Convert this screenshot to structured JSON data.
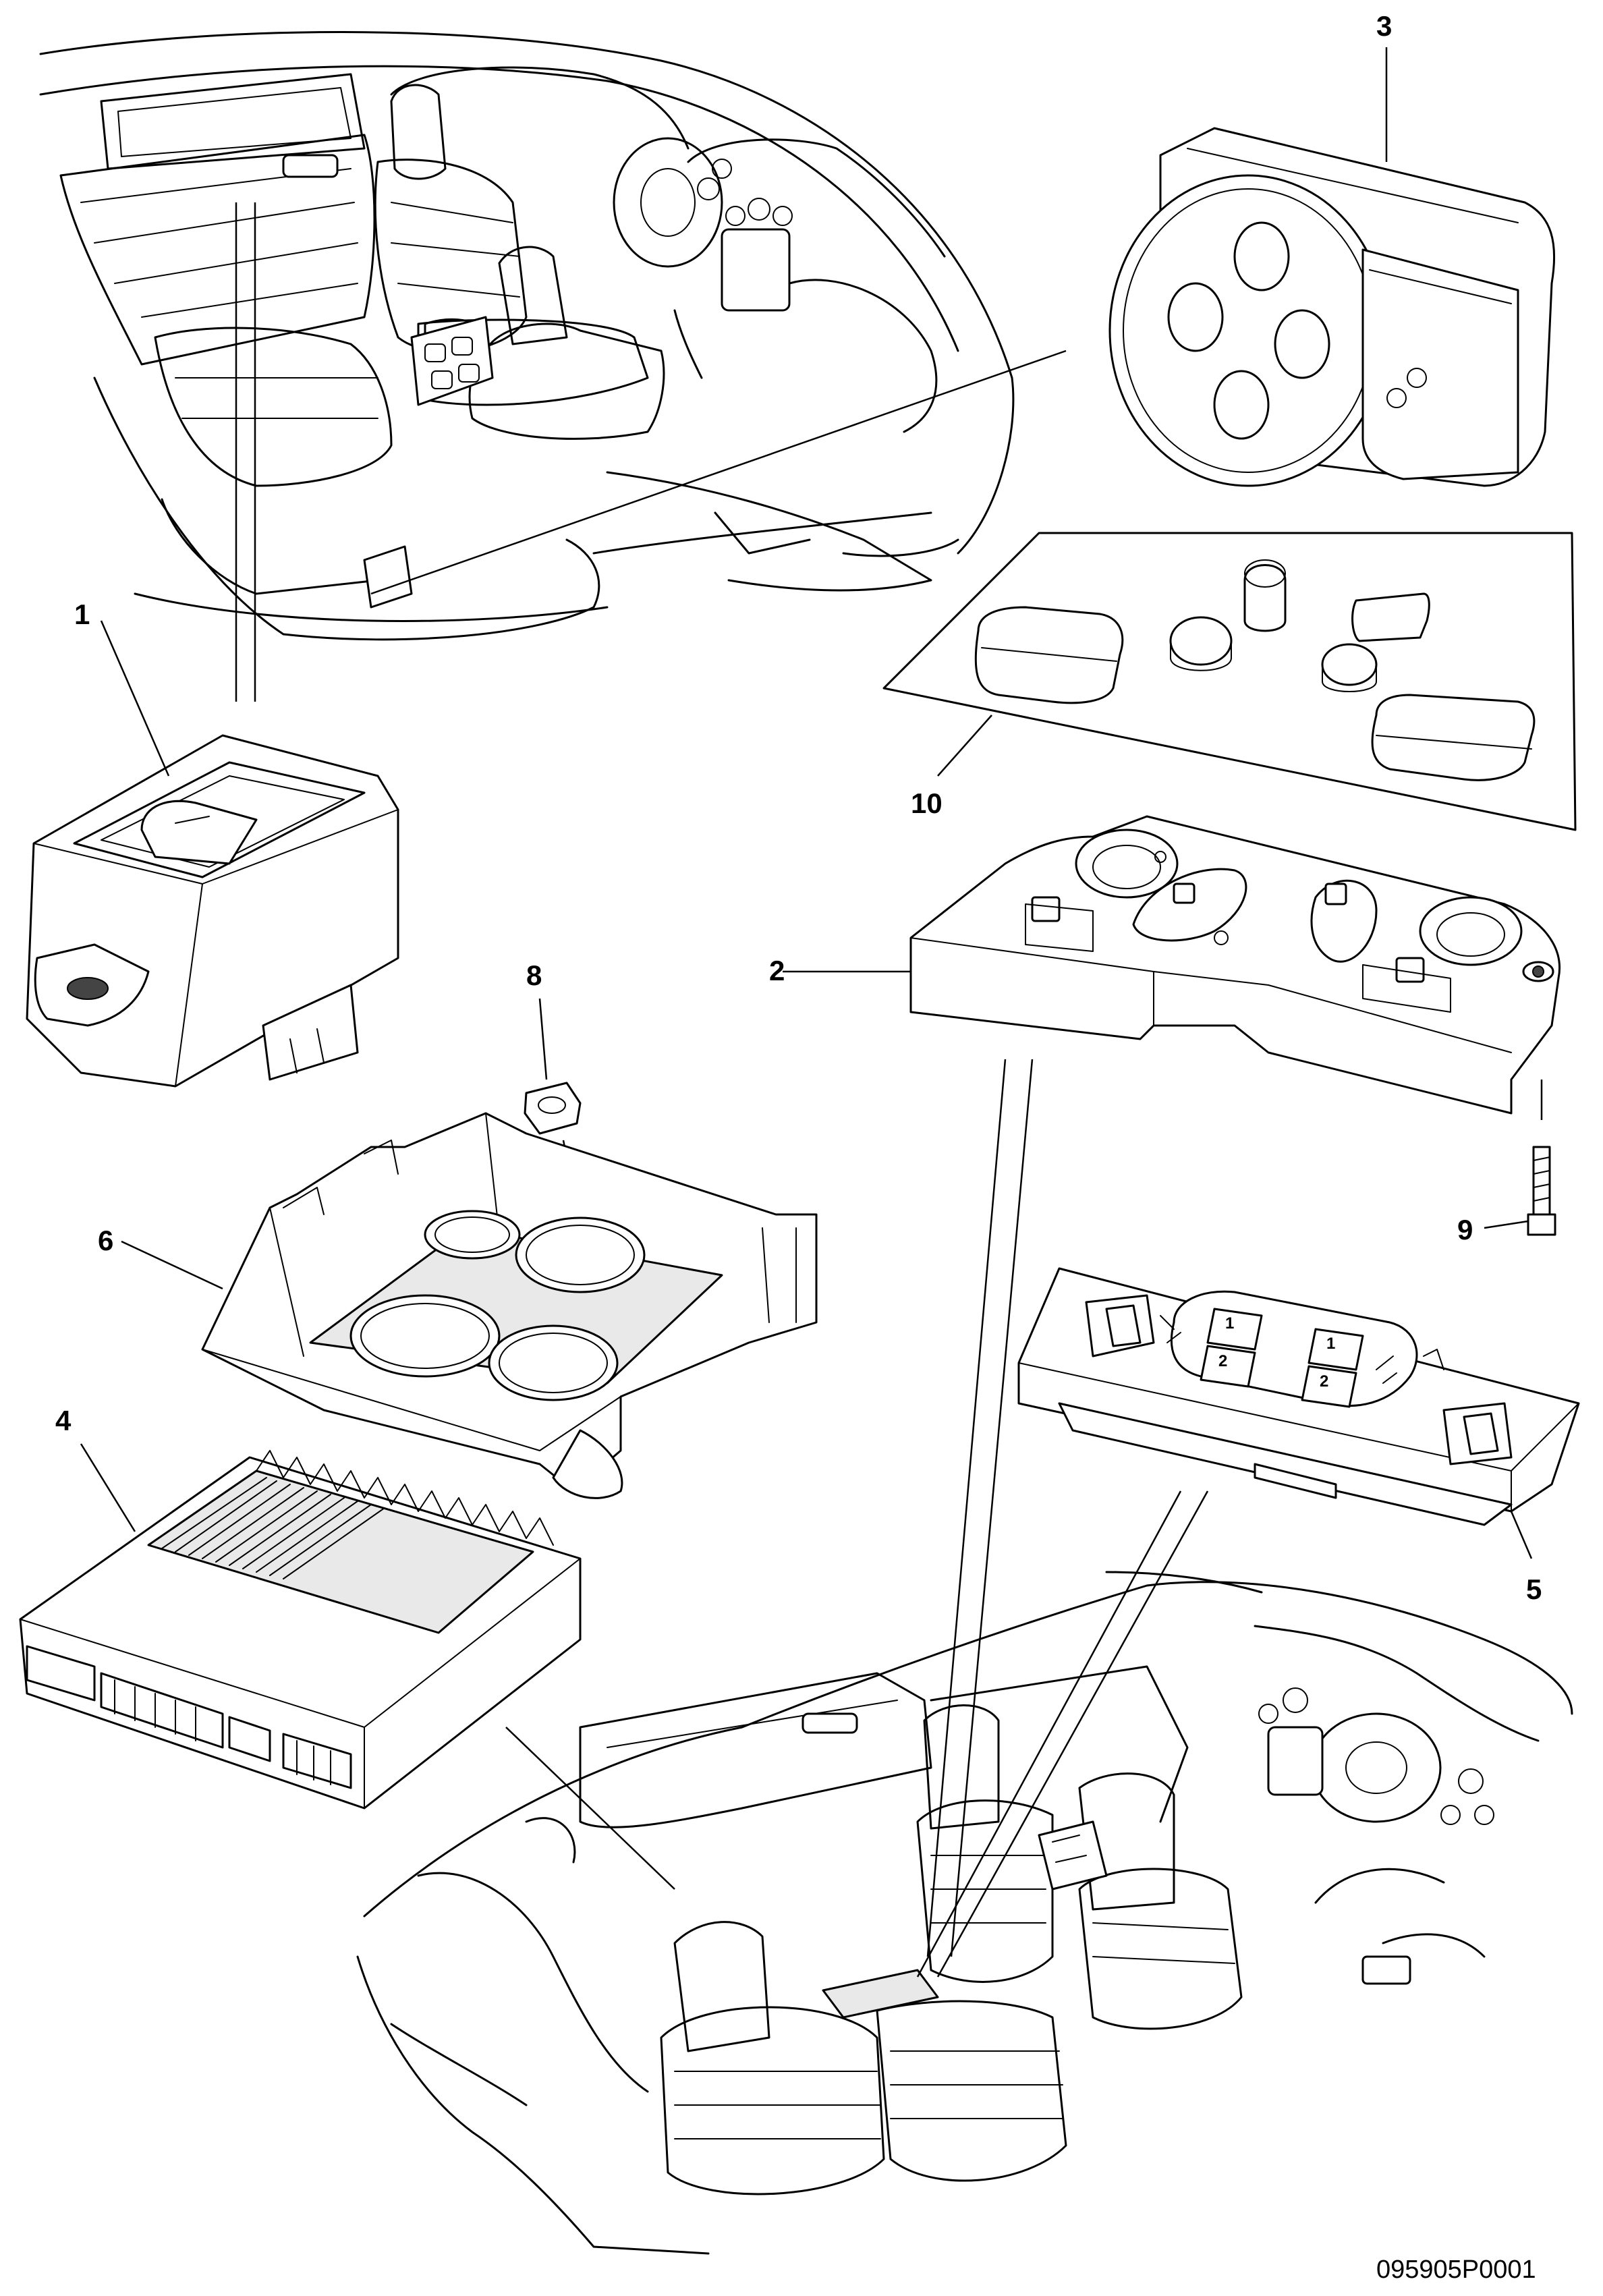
{
  "callouts": {
    "c1": "1",
    "c2": "2",
    "c3": "3",
    "c4": "4",
    "c5": "5",
    "c6": "6",
    "c8": "8",
    "c9": "9",
    "c10": "10"
  },
  "switch_labels": {
    "left_1": "1",
    "left_2": "2",
    "right_1": "1",
    "right_2": "2"
  },
  "reference_number": "095905P0001"
}
